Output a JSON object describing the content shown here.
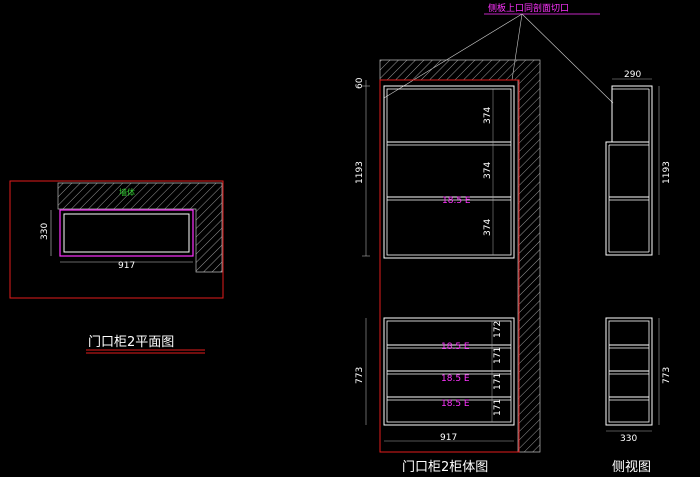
{
  "annotations": {
    "top_note": "侧板上口同剖面切口"
  },
  "plan_view": {
    "title": "门口柜2平面图",
    "green_label": "墙体",
    "dim_depth": "330",
    "dim_width": "917"
  },
  "elevation_view": {
    "title": "门口柜2柜体图",
    "dim_top_gap": "60",
    "dim_upper_height": "1193",
    "dim_upper_shelf_1": "374",
    "dim_upper_shelf_2": "374",
    "dim_upper_shelf_3": "374",
    "upper_mid_label": "18.5 E",
    "dim_lower_height": "773",
    "dim_lower_row_1": "172",
    "dim_lower_row_2": "171",
    "dim_lower_row_3": "171",
    "dim_lower_row_4": "171",
    "lower_label_1": "18.5 E",
    "lower_label_2": "18.5 E",
    "lower_label_3": "18.5 E",
    "dim_width": "917"
  },
  "side_view": {
    "title": "侧视图",
    "dim_top_width": "290",
    "dim_upper_height": "1193",
    "dim_lower_height": "773",
    "dim_bottom_width": "330"
  }
}
